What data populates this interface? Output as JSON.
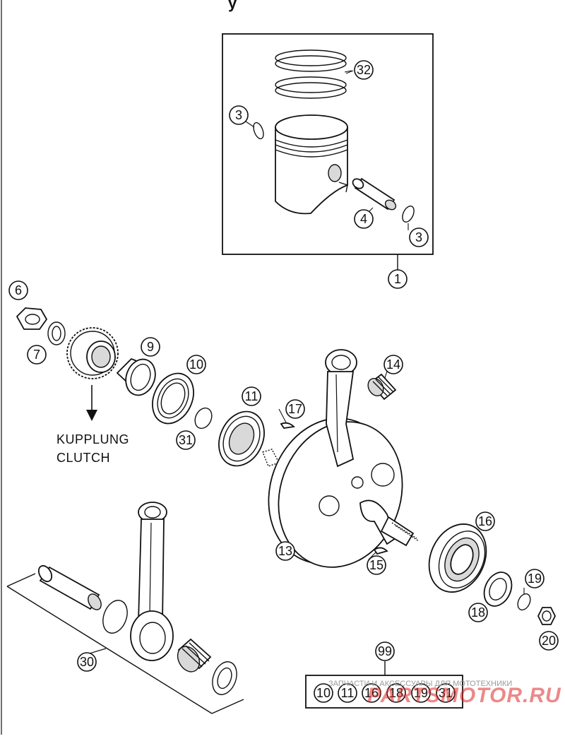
{
  "title_fragment": "y",
  "callouts": {
    "c32": "32",
    "c3a": "3",
    "c4": "4",
    "c3b": "3",
    "c1": "1",
    "c6": "6",
    "c7": "7",
    "c9": "9",
    "c10": "10",
    "c14": "14",
    "c11": "11",
    "c17": "17",
    "c31": "31",
    "c13": "13",
    "c15": "15",
    "c16": "16",
    "c19": "19",
    "c18": "18",
    "c20": "20",
    "c30": "30",
    "c99": "99"
  },
  "kit_items": [
    "10",
    "11",
    "16",
    "18",
    "19",
    "31"
  ],
  "clutch_label": {
    "de": "KUPPLUNG",
    "en": "CLUTCH"
  },
  "watermark": {
    "text": "ЗАПЧАСТИ И АКСЕССУАРЫ ДЛЯ МОТОТЕХНИКИ",
    "logo": "PARTSMOTOR.RU"
  }
}
